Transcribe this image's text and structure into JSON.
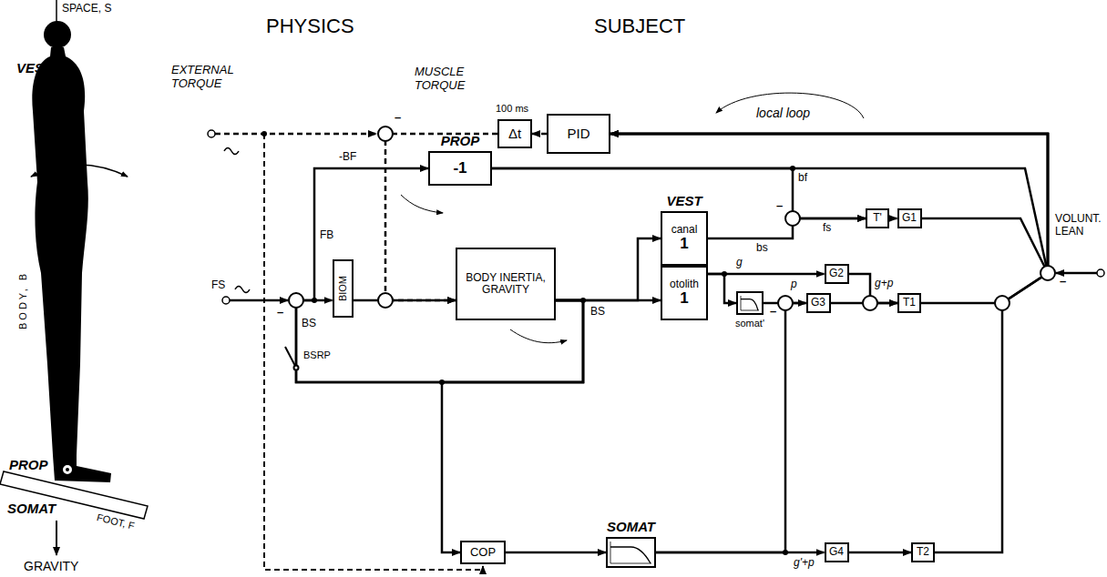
{
  "diagram": {
    "nodes": [
      {
        "text": [
          "Δt"
        ]
      },
      {
        "text": [
          "PID"
        ]
      },
      {
        "text": [
          "PROP",
          "-1"
        ]
      },
      {
        "text": [
          "BIOM"
        ]
      },
      {
        "text": [
          "BODY INERTIA, GRAVITY"
        ]
      },
      {
        "text": [
          "VEST",
          "canal",
          "1"
        ]
      },
      {
        "text": [
          "otolith",
          "1"
        ]
      },
      {
        "text": [
          "T'"
        ]
      },
      {
        "text": [
          "G1"
        ]
      },
      {
        "text": [
          "G2"
        ]
      },
      {
        "text": [
          "somat'"
        ]
      },
      {
        "text": [
          "G3"
        ]
      },
      {
        "text": [
          "T1"
        ]
      },
      {
        "text": [
          "COP"
        ]
      },
      {
        "text": [
          "SOMAT"
        ]
      },
      {
        "text": [
          "G4"
        ]
      },
      {
        "text": [
          "T2"
        ]
      }
    ],
    "edges": [
      {
        "from": 1,
        "to": 0,
        "arrow": "to"
      },
      {
        "from": 0,
        "to": 4,
        "arrow": "to"
      },
      {
        "from": 3,
        "to": 4,
        "arrow": "to"
      },
      {
        "from": 4,
        "to": 3,
        "arrow": "to"
      },
      {
        "from": 4,
        "to": 2,
        "arrow": "to"
      },
      {
        "from": 4,
        "to": 5,
        "arrow": "to"
      },
      {
        "from": 4,
        "to": 6,
        "arrow": "to"
      },
      {
        "from": 4,
        "to": 13,
        "arrow": "to"
      },
      {
        "from": 2,
        "to": 7,
        "arrow": "to"
      },
      {
        "from": 2,
        "to": 1,
        "arrow": "to"
      },
      {
        "from": 5,
        "to": 7,
        "arrow": "to"
      },
      {
        "from": 7,
        "to": 8,
        "arrow": "to"
      },
      {
        "from": 8,
        "to": 1,
        "arrow": "to"
      },
      {
        "from": 6,
        "to": 9,
        "arrow": "to"
      },
      {
        "from": 6,
        "to": 10,
        "arrow": "to"
      },
      {
        "from": 10,
        "to": 11,
        "arrow": "to"
      },
      {
        "from": 14,
        "to": 11,
        "arrow": "to"
      },
      {
        "from": 9,
        "to": 12,
        "arrow": "to"
      },
      {
        "from": 11,
        "to": 12,
        "arrow": "to"
      },
      {
        "from": 12,
        "to": 1,
        "arrow": "to"
      },
      {
        "from": 13,
        "to": 14,
        "arrow": "to"
      },
      {
        "from": 14,
        "to": 15,
        "arrow": "to"
      },
      {
        "from": 15,
        "to": 16,
        "arrow": "to"
      },
      {
        "from": 16,
        "to": 1,
        "arrow": "to"
      }
    ],
    "labels": [
      "SPACE, S",
      "PHYSICS",
      "SUBJECT",
      "VEST",
      "BODY, B",
      "PROP",
      "SOMAT",
      "FOOT, F",
      "GRAVITY",
      "EXTERNAL TORQUE",
      "MUSCLE TORQUE",
      "–",
      "100 ms",
      "local loop",
      "-BF",
      "FB",
      "FS",
      "–",
      "BS",
      "BSRP",
      "BS",
      "bf",
      "–",
      "bs",
      "fs",
      "g",
      "p",
      "–",
      "g+p",
      "g'+p",
      "VOLUNT. LEAN",
      "–"
    ]
  }
}
